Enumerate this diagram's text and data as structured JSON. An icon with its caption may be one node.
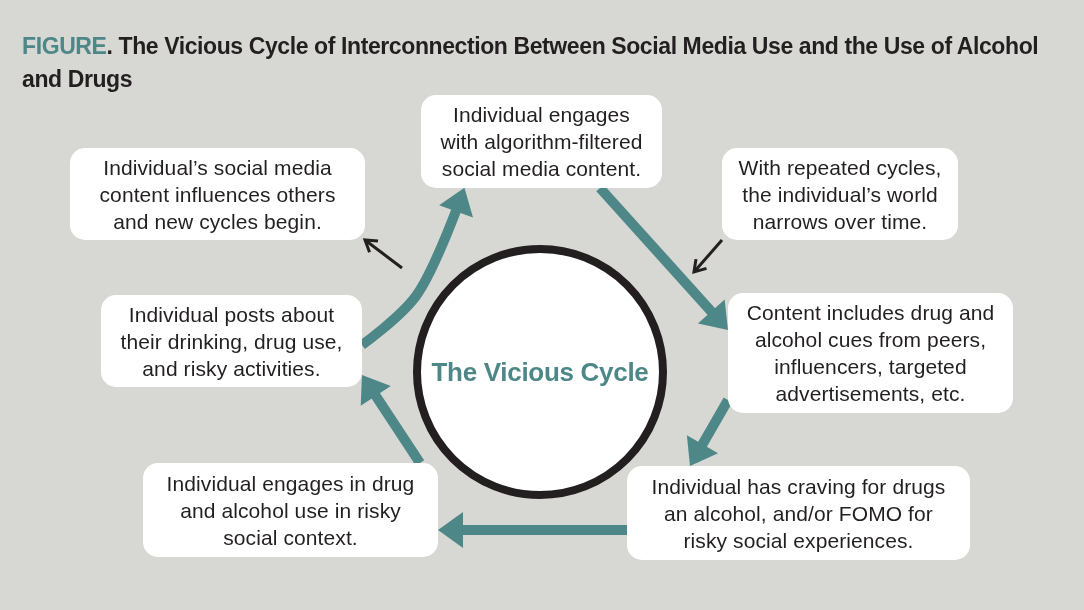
{
  "diagram": {
    "title": "FIGURE. The Vicious Cycle of Interconnection Between Social Media Use and the Use of Alcohol and Drugs",
    "nodes": [
      {
        "text": [
          "The Vicious Cycle"
        ]
      },
      {
        "text": [
          "Individual engages with algorithm-filtered social media content."
        ]
      },
      {
        "text": [
          "With repeated cycles, the individual’s world narrows over time."
        ]
      },
      {
        "text": [
          "Content includes drug and alcohol cues from peers, influencers, targeted advertisements, etc."
        ]
      },
      {
        "text": [
          "Individual has craving for drugs an alcohol, and/or FOMO for risky social experiences."
        ]
      },
      {
        "text": [
          "Individual engages in drug and alcohol use in risky social context."
        ]
      },
      {
        "text": [
          "Individual posts about their drinking, drug use, and risky activities."
        ]
      },
      {
        "text": [
          "Individual’s social media content influences others and new cycles begin."
        ]
      }
    ],
    "edges": [
      {
        "from": 1,
        "to": 3,
        "arrow": "to"
      },
      {
        "from": 3,
        "to": 4,
        "arrow": "to"
      },
      {
        "from": 4,
        "to": 5,
        "arrow": "to"
      },
      {
        "from": 5,
        "to": 6,
        "arrow": "to"
      },
      {
        "from": 6,
        "to": 1,
        "arrow": "to"
      },
      {
        "from": null,
        "to": 7,
        "arrow": "to",
        "color": "#231f20"
      },
      {
        "from": 2,
        "to": null,
        "arrow": "to",
        "color": "#231f20"
      }
    ]
  }
}
